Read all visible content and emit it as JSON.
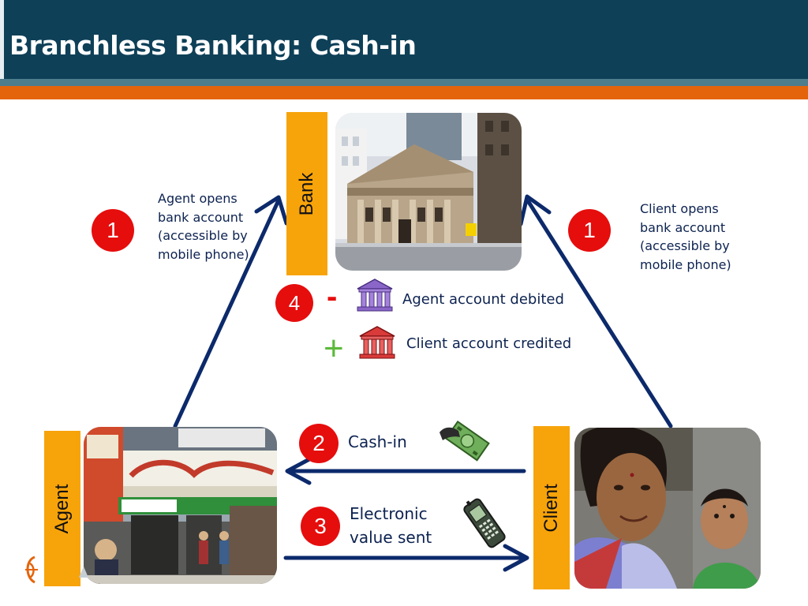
{
  "slide": {
    "title": "Branchless Banking: Cash-in"
  },
  "roles": {
    "bank": "Bank",
    "agent": "Agent",
    "client": "Client"
  },
  "notes": {
    "agent_opens": [
      "Agent opens",
      "bank account",
      "(accessible by",
      "mobile phone)"
    ],
    "client_opens": [
      "Client opens",
      "bank account",
      "(accessible by",
      "mobile phone)"
    ]
  },
  "steps": {
    "s1_agent": "1",
    "s1_client": "1",
    "s2": {
      "number": "2",
      "label": "Cash-in"
    },
    "s3": {
      "number": "3",
      "label_lines": [
        "Electronic",
        "value sent"
      ]
    },
    "s4": {
      "number": "4",
      "minus": "-",
      "plus": "+",
      "debited": "Agent account debited",
      "credited": "Client account credited"
    }
  },
  "icons": {
    "agent_account": "bank-building-purple-icon",
    "client_account": "bank-building-red-icon",
    "cash": "cash-in-hand-icon",
    "phone": "mobile-phone-icon",
    "logo": "cgap-logo-icon"
  },
  "colors": {
    "header_bg": "#0e4058",
    "accent_orange": "#e4640b",
    "label_orange": "#f7a30a",
    "badge_red": "#e60d0d",
    "arrow_navy": "#0c2a6b",
    "text_navy": "#0c2250",
    "plus_green": "#5cba3a"
  }
}
